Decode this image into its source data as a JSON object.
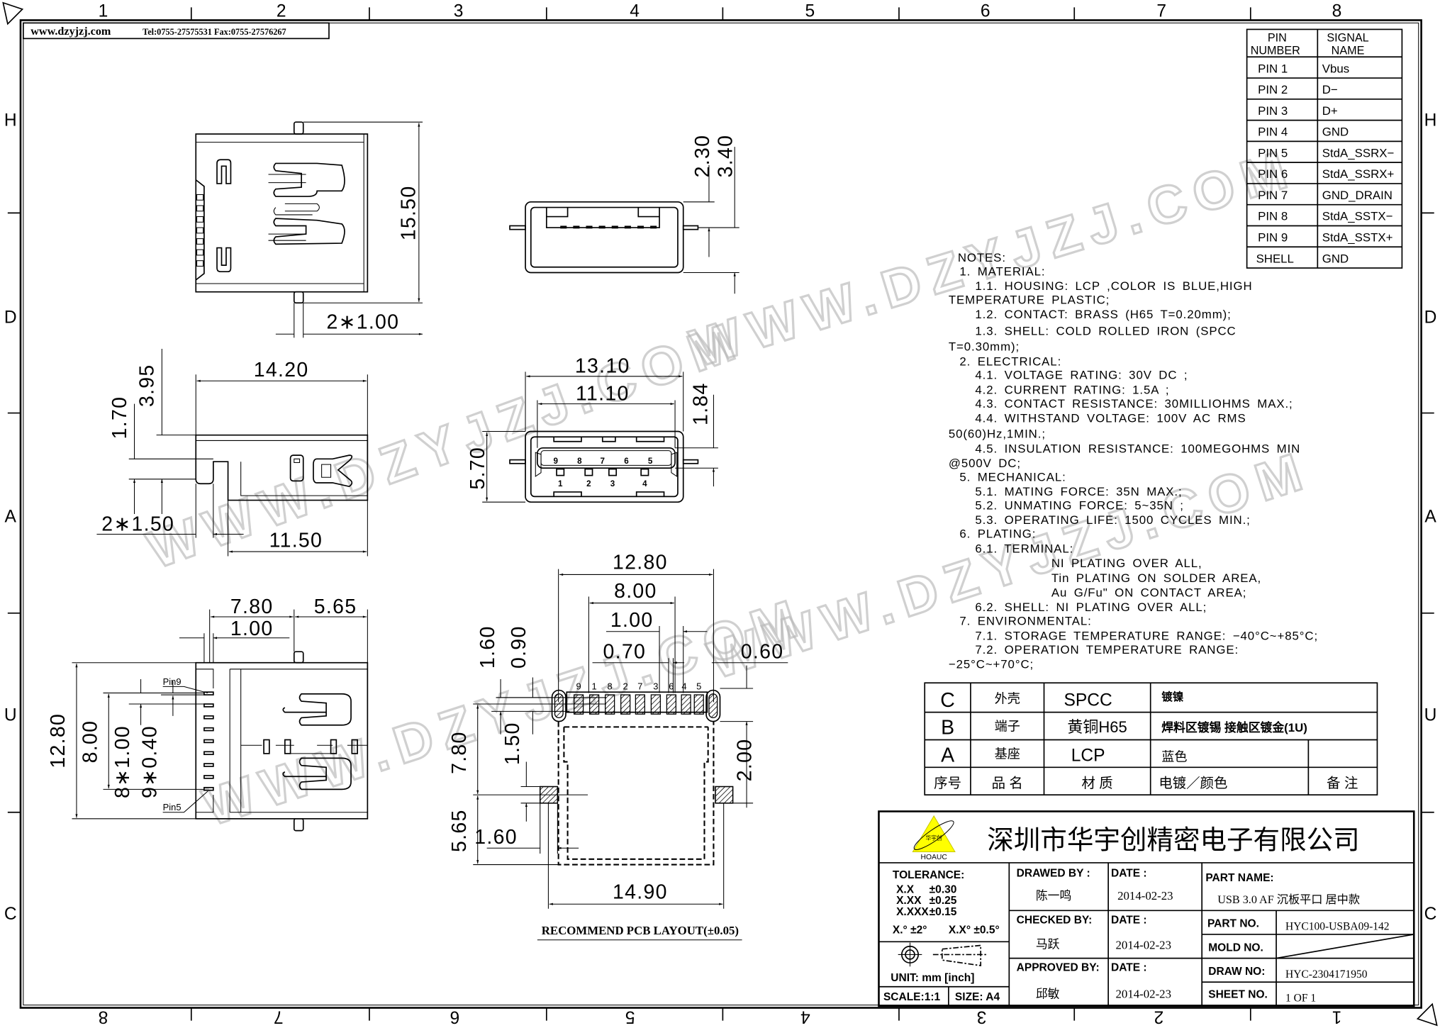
{
  "header": {
    "website": "www.dzyjzj.com",
    "contact": "Tel:0755-27575531  Fax:0755-27576267"
  },
  "watermark": "WWW.DZYJZJ.COM",
  "zones": {
    "columns": [
      "1",
      "2",
      "3",
      "4",
      "5",
      "6",
      "7",
      "8"
    ],
    "rows": [
      "H",
      "D",
      "A",
      "U",
      "C"
    ]
  },
  "pin_table": {
    "header_pin": [
      "PIN",
      "NUMBER"
    ],
    "header_signal": [
      "SIGNAL",
      "NAME"
    ],
    "rows": [
      {
        "pin": "PIN  1",
        "signal": "Vbus"
      },
      {
        "pin": "PIN  2",
        "signal": "D−"
      },
      {
        "pin": "PIN  3",
        "signal": "D+"
      },
      {
        "pin": "PIN  4",
        "signal": "GND"
      },
      {
        "pin": "PIN  5",
        "signal": "StdA_SSRX−"
      },
      {
        "pin": "PIN  6",
        "signal": "StdA_SSRX+"
      },
      {
        "pin": "PIN  7",
        "signal": "GND_DRAIN"
      },
      {
        "pin": "PIN  8",
        "signal": "StdA_SSTX−"
      },
      {
        "pin": "PIN  9",
        "signal": "StdA_SSTX+"
      },
      {
        "pin": "SHELL",
        "signal": "GND"
      }
    ]
  },
  "notes": [
    "NOTES:",
    "1.  MATERIAL:",
    "1.1.  HOUSING:  LCP  ,COLOR  IS  BLUE,HIGH",
    "TEMPERATURE  PLASTIC;",
    "1.2.  CONTACT:  BRASS  (H65  T=0.20mm);",
    "1.3.  SHELL:  COLD  ROLLED  IRON  (SPCC",
    "T=0.30mm);",
    "2.  ELECTRICAL:",
    "4.1.  VOLTAGE  RATING:  30V  DC  ;",
    "4.2.  CURRENT  RATING:  1.5A  ;",
    "4.3.  CONTACT  RESISTANCE:  30MILLIOHMS  MAX.;",
    "4.4.  WITHSTAND  VOLTAGE:  100V  AC  RMS",
    "50(60)Hz,1MIN.;",
    "4.5.  INSULATION  RESISTANCE:  100MEGOHMS  MIN",
    "@500V  DC;",
    "5.  MECHANICAL:",
    "5.1.  MATING  FORCE:  35N  MAX.;",
    "5.2.  UNMATING  FORCE:  5~35N  ;",
    "5.3.  OPERATING  LIFE:  1500  CYCLES  MIN.;",
    "6.  PLATING:",
    "6.1.  TERMINAL:",
    "NI  PLATING  OVER  ALL,",
    "Tin  PLATING  ON  SOLDER  AREA,",
    "Au  G/Fu\"  ON  CONTACT  AREA;",
    "6.2.  SHELL:  NI  PLATING  OVER  ALL;",
    "7.  ENVIRONMENTAL:",
    "7.1.  STORAGE  TEMPERATURE  RANGE:  −40°C~+85°C;",
    "7.2.  OPERATION  TEMPERATURE  RANGE:",
    "−25°C~+70°C;"
  ],
  "material_table": {
    "rows": [
      {
        "seq": "C",
        "part": "外壳",
        "material": "SPCC",
        "finish": "镀镍",
        "remark": ""
      },
      {
        "seq": "B",
        "part": "端子",
        "material": "黄铜H65",
        "finish": "焊料区镀锡  接触区镀金(1U)",
        "remark": ""
      },
      {
        "seq": "A",
        "part": "基座",
        "material": "LCP",
        "finish": "蓝色",
        "remark": ""
      }
    ],
    "header": {
      "seq": "序号",
      "part": "品  名",
      "material": "材  质",
      "finish": "电镀／颜色",
      "remark": "备  注"
    }
  },
  "title_block": {
    "company": "深圳市华宇创精密电子有限公司",
    "logo_text": "HOAUC",
    "logo_cn": "华宇创",
    "tolerance_label": "TOLERANCE:",
    "tolerances": [
      {
        "fmt": "X.X",
        "val": "±0.30"
      },
      {
        "fmt": "X.XX",
        "val": "±0.25"
      },
      {
        "fmt": "X.XXX",
        "val": "±0.15"
      }
    ],
    "angle_tol_1": "X.°  ±2°",
    "angle_tol_2": "X.X°  ±0.5°",
    "unit": "UNIT:  mm  [inch]",
    "scale": "SCALE:1:1",
    "size": "SIZE:  A4",
    "drawn_by_label": "DRAWED  BY :",
    "drawn_by": "陈一鸣",
    "checked_by_label": "CHECKED  BY:",
    "checked_by": "马跃",
    "approved_by_label": "APPROVED  BY:",
    "approved_by": "邱敏",
    "date_label": "DATE  :",
    "drawn_date": "2014-02-23",
    "checked_date": "2014-02-23",
    "approved_date": "2014-02-23",
    "part_name_label": "PART  NAME:",
    "part_name": "USB 3.0 AF 沉板平口 居中款",
    "part_no_label": "PART  NO.",
    "part_no": "HYC100-USBA09-142",
    "mold_no_label": "MOLD  NO.",
    "draw_no_label": "DRAW  NO:",
    "draw_no": "HYC-2304171950",
    "sheet_no_label": "SHEET  NO.",
    "sheet_no": "1  OF  1"
  },
  "views": {
    "top": {
      "height": "15.50",
      "tab": "2∗1.00"
    },
    "end": {
      "d1": "2.30",
      "d2": "3.40"
    },
    "side": {
      "length": "14.20",
      "h1": "1.70",
      "h2": "3.95",
      "peg": "2∗1.50",
      "base": "11.50"
    },
    "front": {
      "outer": "13.10",
      "inner": "11.10",
      "h": "1.84",
      "total": "5.70",
      "top_pins": [
        "9",
        "8",
        "7",
        "6",
        "5"
      ],
      "bottom_pins": [
        "1",
        "2",
        "3",
        "4"
      ]
    },
    "bottom": {
      "d780": "7.80",
      "d565": "5.65",
      "d100": "1.00",
      "d1280": "12.80",
      "d800": "8.00",
      "pitch1": "8∗1.00",
      "pitch2": "9∗0.40",
      "pin9": "Pin9",
      "pin5": "Pin5"
    },
    "pcb": {
      "w1280": "12.80",
      "w800": "8.00",
      "w100": "1.00",
      "w070": "0.70",
      "w060": "0.60",
      "h160": "1.60",
      "h090": "0.90",
      "h780": "7.80",
      "h150": "1.50",
      "h565": "5.65",
      "w160": "1.60",
      "h200": "2.00",
      "w1490": "14.90",
      "pad_labels": [
        "9",
        "1",
        "8",
        "2",
        "7",
        "3",
        "6",
        "4",
        "5"
      ],
      "caption": "RECOMMEND  PCB  LAYOUT(±0.05)"
    }
  }
}
